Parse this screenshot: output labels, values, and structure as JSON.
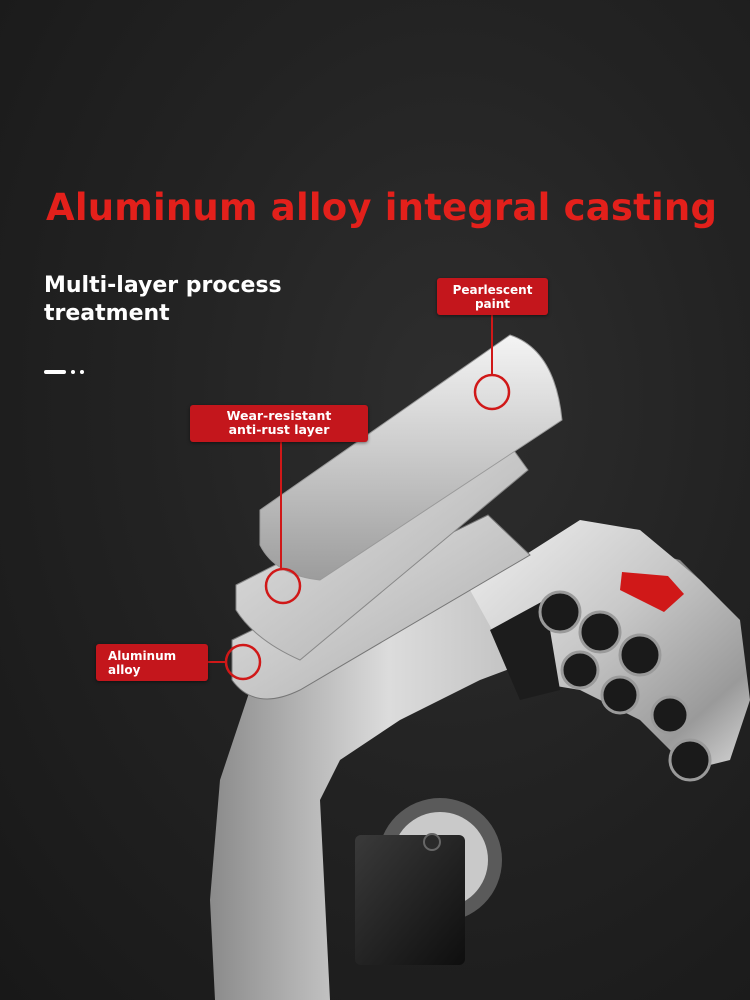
{
  "headline": "Aluminum alloy integral casting",
  "subheading": {
    "line1": "Multi-layer process",
    "line2": "treatment"
  },
  "callouts": {
    "pearlescent_paint": {
      "line1": "Pearlescent",
      "line2": "paint"
    },
    "wear_resistant": {
      "line1": "Wear-resistant",
      "line2": "anti-rust layer"
    },
    "aluminum_alloy": {
      "line1": "Aluminum",
      "line2": "alloy"
    }
  },
  "colors": {
    "accent_red": "#e3201b",
    "label_red": "#c4161c",
    "background": "#232323",
    "subheading_text": "#ffffff"
  }
}
